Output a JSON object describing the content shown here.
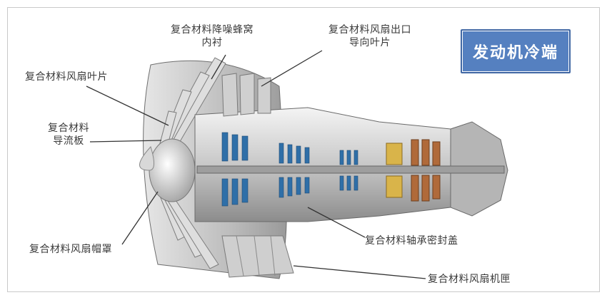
{
  "title": "发动机冷端",
  "labels": {
    "honeycomb_l1": "复合材料降噪蜂窝",
    "honeycomb_l2": "内衬",
    "outlet_vane_l1": "复合材料风扇出口",
    "outlet_vane_l2": "导向叶片",
    "fan_blade": "复合材料风扇叶片",
    "guide_plate_l1": "复合材料",
    "guide_plate_l2": "导流板",
    "fan_hood": "复合材料风扇帽罩",
    "bearing_cover": "复合材料轴承密封盖",
    "fan_case": "复合材料风扇机匣"
  },
  "colors": {
    "title_bg": "#5580c0",
    "blue_parts": "#2f6fa8",
    "copper_parts": "#b06a3a",
    "gold_parts": "#d9b44a"
  }
}
